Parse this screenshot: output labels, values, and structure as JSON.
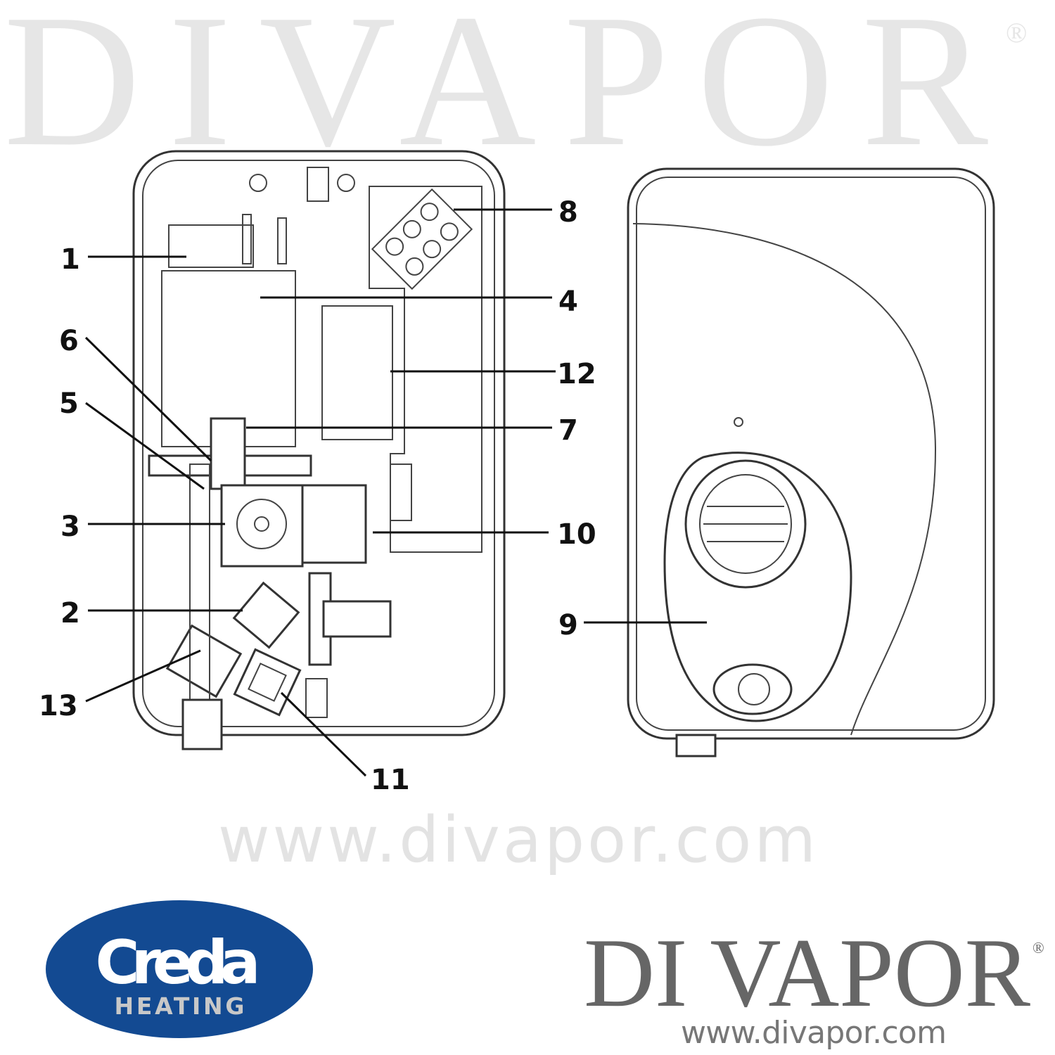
{
  "diagram": {
    "callouts": [
      "1",
      "2",
      "3",
      "4",
      "5",
      "6",
      "7",
      "8",
      "9",
      "10",
      "11",
      "12",
      "13"
    ]
  },
  "watermark": {
    "brand": "DIVAPOR",
    "registered": "®",
    "url": "www.divapor.com"
  },
  "logos": {
    "creda": {
      "name": "Creda",
      "sub": "HEATING",
      "color": "#134a92"
    },
    "divapor": {
      "name": "DI VAPOR",
      "registered": "®",
      "url": "www.divapor.com",
      "color": "#666666"
    }
  }
}
